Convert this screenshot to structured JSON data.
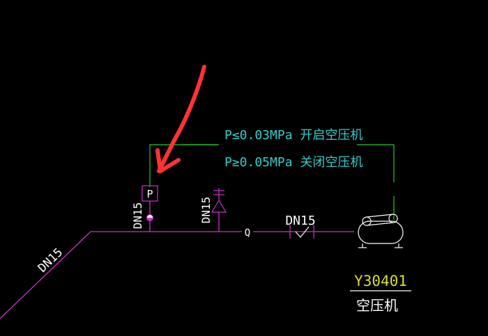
{
  "colors": {
    "background": "#000000",
    "pipe": "#cc33cc",
    "control_line": "#22cc22",
    "note_text": "#33cccc",
    "label_text": "#ffffff",
    "equipment_tag": "#dddd33",
    "annotation_arrow": "#ff3333"
  },
  "pipe_labels": {
    "riser": "DN15",
    "gauge_branch": "DN15",
    "valve_branch": "DN15",
    "main_line": "DN15"
  },
  "pressure_switch": {
    "symbol": "P"
  },
  "flow_marker": "Q",
  "control_note": {
    "line1": "P≤0.03MPa 开启空压机",
    "line2": "P≥0.05MPa 关闭空压机"
  },
  "equipment": {
    "tag": "Y30401",
    "name": "空压机",
    "icon": "compressor-icon"
  },
  "annotation": {
    "icon": "red-arrow-icon"
  }
}
